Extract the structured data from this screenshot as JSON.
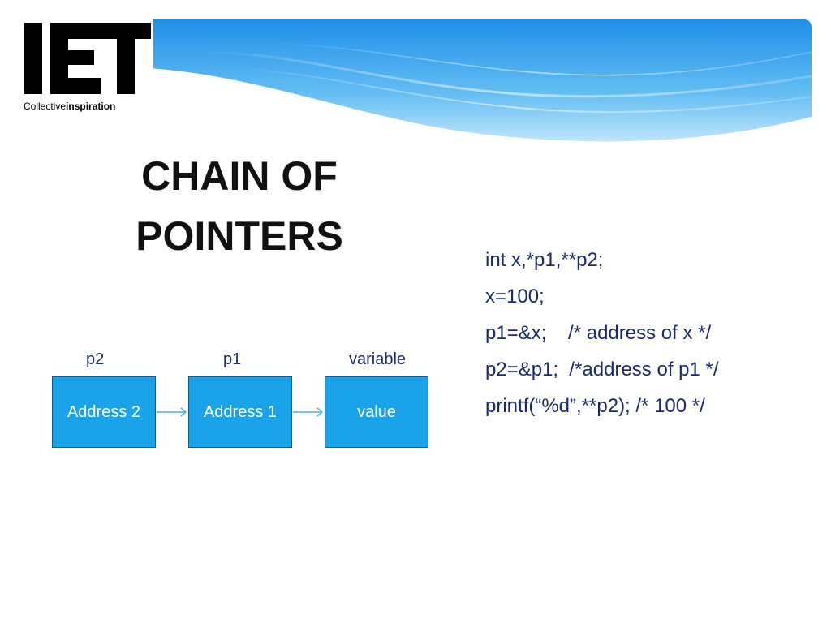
{
  "logo": {
    "tagline_regular": "Collective",
    "tagline_bold": "inspiration"
  },
  "title": {
    "line1": "CHAIN OF",
    "line2": "POINTERS"
  },
  "code": {
    "lines": [
      "int x,*p1,**p2;",
      "x=100;",
      "p1=&x;    /* address of x */",
      "p2=&p1;  /*address of p1 */",
      "printf(“%d”,**p2); /* 100 */"
    ]
  },
  "diagram": {
    "labels": [
      "p2",
      "p1",
      "variable"
    ],
    "boxes": [
      "Address 2",
      "Address 1",
      "value"
    ]
  },
  "colors": {
    "box_fill": "#1aa3e8",
    "box_border": "#0b5f93",
    "text_blue": "#1b2a6e",
    "wave_blue": "#1e88e5"
  }
}
